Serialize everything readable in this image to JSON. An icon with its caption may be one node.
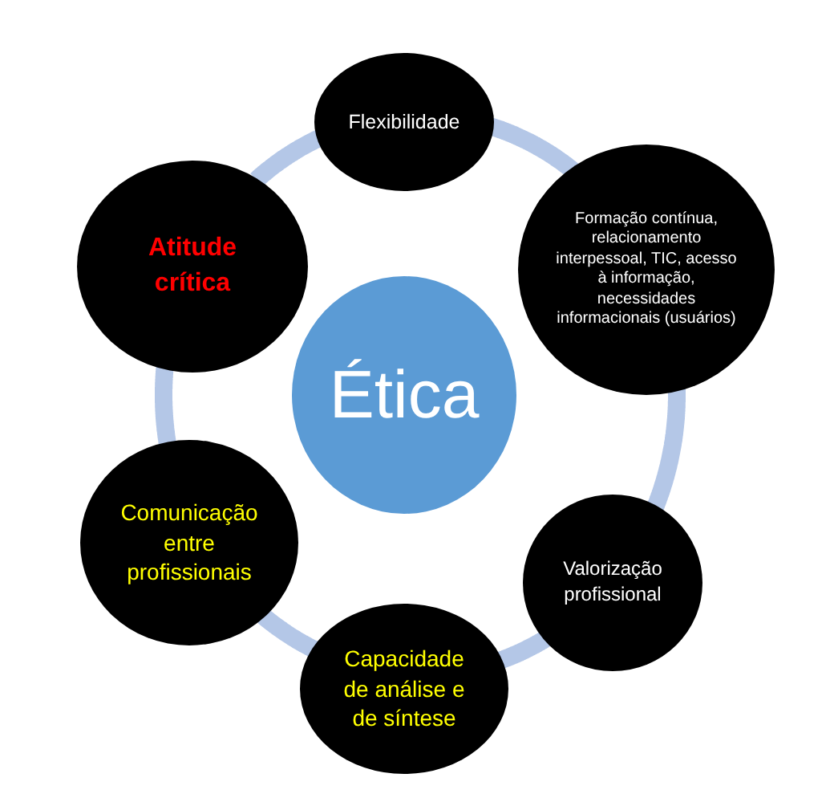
{
  "diagram": {
    "nodes": [
      {
        "text": [
          "Flexibilidade"
        ]
      },
      {
        "text": [
          "Atitude crítica"
        ]
      },
      {
        "text": [
          "Formação contínua, relacionamento interpessoal, TIC, acesso à informação, necessidades informacionais (usuários)"
        ]
      },
      {
        "text": [
          "Ética"
        ]
      },
      {
        "text": [
          "Comunicação entre profissionais"
        ]
      },
      {
        "text": [
          "Valorização profissional"
        ]
      },
      {
        "text": [
          "Capacidade de análise e de síntese"
        ]
      }
    ],
    "edges": [
      {
        "from": 0,
        "to": 2,
        "arrow": "none"
      },
      {
        "from": 2,
        "to": 5,
        "arrow": "none"
      },
      {
        "from": 5,
        "to": 6,
        "arrow": "none"
      },
      {
        "from": 6,
        "to": 4,
        "arrow": "none"
      },
      {
        "from": 4,
        "to": 1,
        "arrow": "none"
      },
      {
        "from": 1,
        "to": 0,
        "arrow": "none"
      }
    ]
  }
}
